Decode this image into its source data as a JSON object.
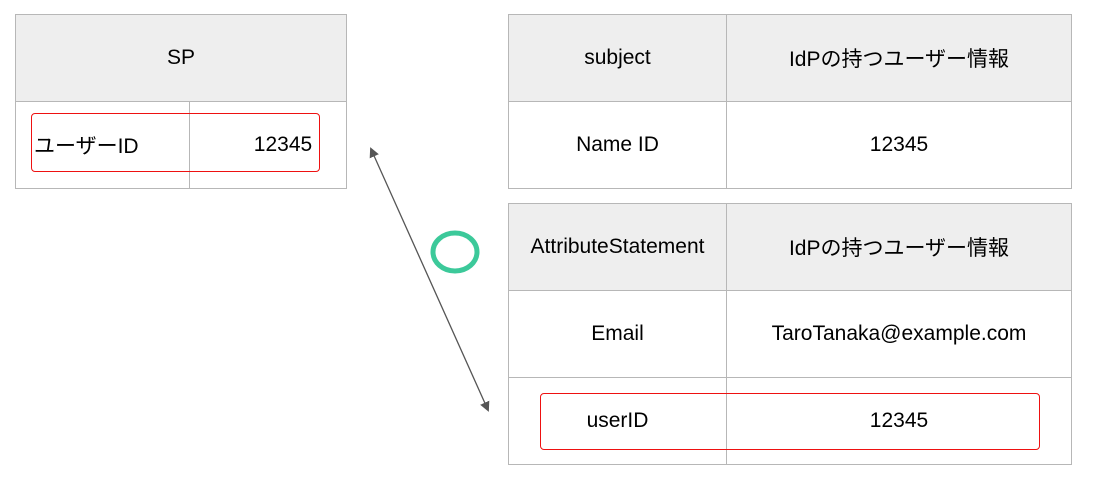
{
  "sp_table": {
    "header": "SP",
    "row": {
      "key": "ユーザーID",
      "value": "12345"
    }
  },
  "subject_table": {
    "headers": [
      "subject",
      "IdPの持つユーザー情報"
    ],
    "rows": [
      {
        "key": "Name ID",
        "value": "12345"
      }
    ]
  },
  "attribute_table": {
    "headers": [
      "AttributeStatement",
      "IdPの持つユーザー情報"
    ],
    "rows": [
      {
        "key": "Email",
        "value": "TaroTanaka@example.com"
      },
      {
        "key": "userID",
        "value": "12345"
      }
    ]
  },
  "annotations": {
    "match_symbol": "circle-ok",
    "match_color": "#3cc99a",
    "highlight_color": "#ee1111",
    "arrow_color": "#555555"
  }
}
